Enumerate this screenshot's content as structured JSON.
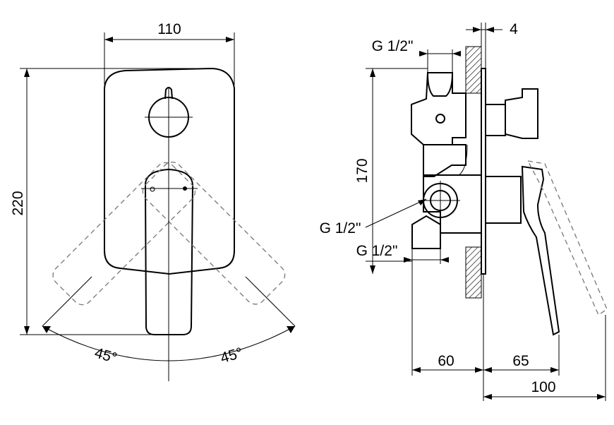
{
  "dimensions": {
    "front_width": "110",
    "front_height": "220",
    "angle_left": "45°",
    "angle_right": "45°",
    "plate_thickness": "4",
    "thread_top": "G 1/2\"",
    "body_height": "170",
    "thread_side": "G 1/2\"",
    "thread_bottom": "G 1/2\"",
    "depth_body": "60",
    "depth_handle": "65",
    "depth_total": "100"
  }
}
